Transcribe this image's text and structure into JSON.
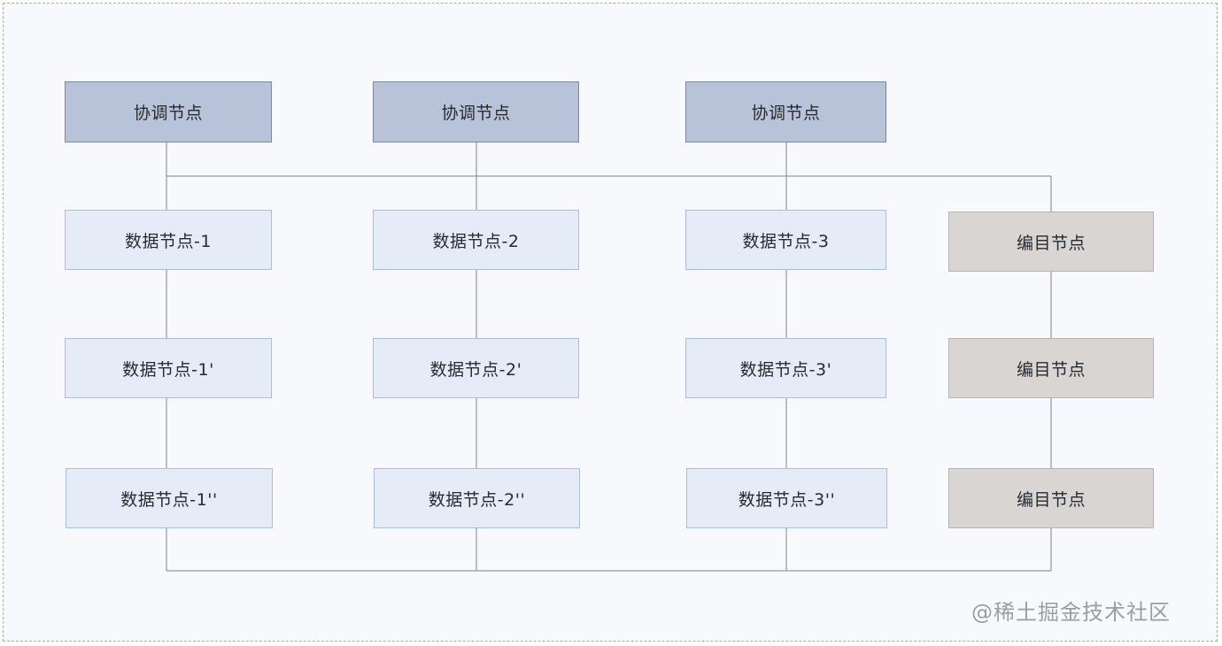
{
  "diagram": {
    "coordinator_nodes": [
      {
        "label": "协调节点"
      },
      {
        "label": "协调节点"
      },
      {
        "label": "协调节点"
      }
    ],
    "data_nodes": [
      [
        {
          "label": "数据节点-1"
        },
        {
          "label": "数据节点-1'"
        },
        {
          "label": "数据节点-1''"
        }
      ],
      [
        {
          "label": "数据节点-2"
        },
        {
          "label": "数据节点-2'"
        },
        {
          "label": "数据节点-2''"
        }
      ],
      [
        {
          "label": "数据节点-3"
        },
        {
          "label": "数据节点-3'"
        },
        {
          "label": "数据节点-3''"
        }
      ]
    ],
    "catalog_nodes": [
      {
        "label": "编目节点"
      },
      {
        "label": "编目节点"
      },
      {
        "label": "编目节点"
      }
    ],
    "colors": {
      "coordinator_fill": "#b8c2d8",
      "data_fill": "#e5ecf8",
      "catalog_fill": "#d9d5d2",
      "line": "#7f848c"
    }
  },
  "watermark": "@稀土掘金技术社区"
}
